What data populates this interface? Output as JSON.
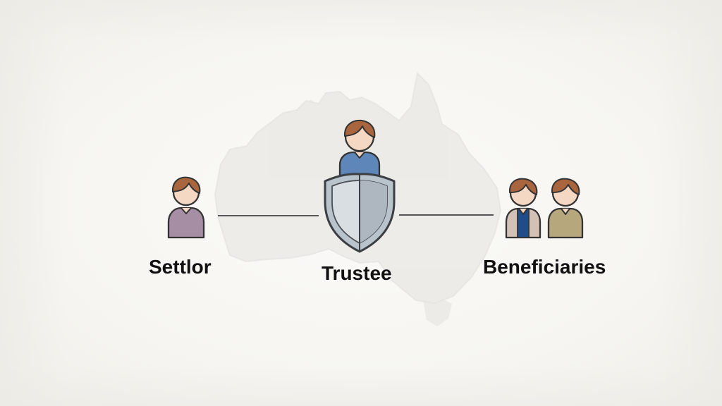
{
  "diagram": {
    "nodes": {
      "settlor": {
        "label": "Settlor"
      },
      "trustee": {
        "label": "Trustee"
      },
      "beneficiaries": {
        "label": "Beneficiaries"
      }
    },
    "connections": [
      {
        "from": "Settlor",
        "to": "Trustee"
      },
      {
        "from": "Trustee",
        "to": "Beneficiaries"
      }
    ]
  },
  "icons": {
    "map": "australia-map-icon",
    "settlor": "person-icon",
    "trustee": "person-icon",
    "protection": "shield-icon",
    "beneficiary_left": "person-icon",
    "beneficiary_right": "person-icon"
  },
  "colors": {
    "background": "#f7f6f3",
    "map": "#ecebe8",
    "line": "#555555",
    "settlor_shirt": "#a68fa4",
    "trustee_shirt": "#5f86b8",
    "shield": "#b9c3cc",
    "beneficiary_left_shirt": "#d2c1b4",
    "beneficiary_right_shirt": "#b7a77c",
    "skin": "#f5d8c4",
    "hair": "#a9653d",
    "label": "#111111"
  }
}
